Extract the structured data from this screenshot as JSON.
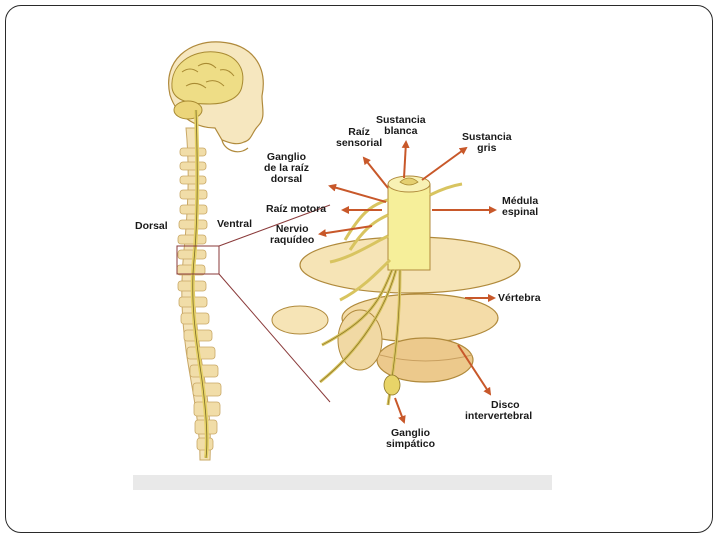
{
  "labels": {
    "dorsal": "Dorsal",
    "ventral": "Ventral",
    "raiz_sensorial": [
      "Raíz",
      "sensorial"
    ],
    "sustancia_blanca": [
      "Sustancia",
      "blanca"
    ],
    "sustancia_gris": [
      "Sustancia",
      "gris"
    ],
    "ganglio_raiz_dorsal": [
      "Ganglio",
      "de la raíz",
      "dorsal"
    ],
    "raiz_motora": "Raíz motora",
    "nervio_raquideo": [
      "Nervio",
      "raquídeo"
    ],
    "medula_espinal": [
      "Médula",
      "espinal"
    ],
    "vertebra": "Vértebra",
    "disco_intervertebral": [
      "Disco",
      "intervertebral"
    ],
    "ganglio_simpatico": [
      "Ganglio",
      "simpático"
    ]
  },
  "colors": {
    "arrow": "#c8582a",
    "bone": "#f4e3b8",
    "bone_shade": "#e2bf7c",
    "cord": "#f6ef9a",
    "nerve": "#e8d870",
    "outline": "#b08a3c",
    "callout_line": "#8a3a3a"
  }
}
